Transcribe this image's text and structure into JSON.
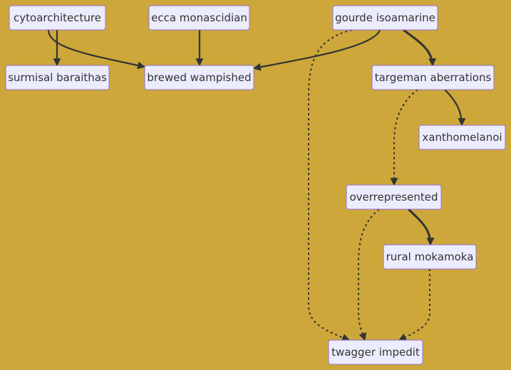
{
  "diagram": {
    "background": "#CDA73A",
    "node_fill": "#ECECFF",
    "node_stroke": "#9370DB",
    "edge_color": "#333333",
    "nodes": [
      {
        "id": "n1",
        "label": "cytoarchitecture"
      },
      {
        "id": "n2",
        "label": "ecca monascidian"
      },
      {
        "id": "n3",
        "label": "gourde isoamarine"
      },
      {
        "id": "n4",
        "label": "surmisal baraithas"
      },
      {
        "id": "n5",
        "label": "brewed wampished"
      },
      {
        "id": "n6",
        "label": "targeman aberrations"
      },
      {
        "id": "n7",
        "label": "xanthomelanoi"
      },
      {
        "id": "n8",
        "label": "overrepresented"
      },
      {
        "id": "n9",
        "label": "rural mokamoka"
      },
      {
        "id": "n10",
        "label": "twagger impedit"
      }
    ],
    "edges": [
      {
        "from": "n1",
        "to": "n4",
        "style": "solid"
      },
      {
        "from": "n1",
        "to": "n5",
        "style": "solid"
      },
      {
        "from": "n2",
        "to": "n5",
        "style": "solid"
      },
      {
        "from": "n3",
        "to": "n5",
        "style": "solid"
      },
      {
        "from": "n3",
        "to": "n6",
        "style": "thick"
      },
      {
        "from": "n3",
        "to": "n10",
        "style": "dotted"
      },
      {
        "from": "n6",
        "to": "n7",
        "style": "solid"
      },
      {
        "from": "n6",
        "to": "n8",
        "style": "dotted"
      },
      {
        "from": "n8",
        "to": "n9",
        "style": "thick"
      },
      {
        "from": "n8",
        "to": "n10",
        "style": "dotted"
      },
      {
        "from": "n9",
        "to": "n10",
        "style": "dotted"
      }
    ]
  }
}
